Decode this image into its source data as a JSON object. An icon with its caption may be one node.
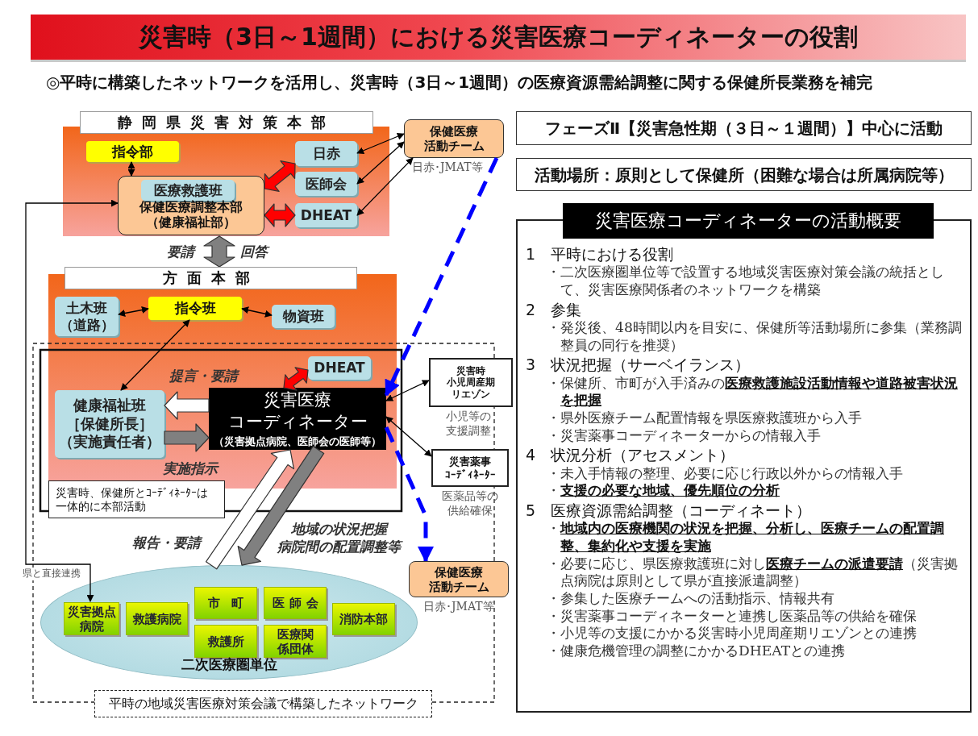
{
  "diagram": {
    "title": "災害時（3日～1週間）における災害医療コーディネーターの役割",
    "nodes": [
      {
        "text": [
          "静岡県災害対策本部"
        ]
      },
      {
        "text": [
          "指令部"
        ],
        "in": 0
      },
      {
        "text": [
          "保健医療調整本部（健康福祉部）"
        ],
        "in": 0
      },
      {
        "text": [
          "医療救護班"
        ],
        "in": 2
      },
      {
        "text": [
          "日赤"
        ],
        "in": 0
      },
      {
        "text": [
          "医師会"
        ],
        "in": 0
      },
      {
        "text": [
          "DHEAT"
        ],
        "in": 0
      },
      {
        "text": [
          "保健医療活動チーム"
        ],
        "beside": [
          "日赤･JMAT等"
        ]
      },
      {
        "text": [
          "方面本部"
        ]
      },
      {
        "text": [
          "土木班（道路）"
        ],
        "in": 8
      },
      {
        "text": [
          "指令班"
        ],
        "in": 8
      },
      {
        "text": [
          "物資班"
        ],
        "in": 8
      },
      {
        "text": [
          "健康福祉班［保健所長］（実施責任者）"
        ],
        "in": 8
      },
      {
        "text": [
          "災害医療コーディネーター",
          "（災害拠点病院、医師会の医師等）"
        ],
        "in": 8
      },
      {
        "text": [
          "DHEAT"
        ],
        "in": 8
      },
      {
        "text": [
          "災害時、保健所とｺｰﾃﾞｨﾈｰﾀｰは一体的に本部活動"
        ]
      },
      {
        "text": [
          "災害時小児周産期リエゾン"
        ],
        "beside": [
          "小児等の支援調整"
        ]
      },
      {
        "text": [
          "災害薬事ｺｰﾃﾞｨﾈｰﾀｰ"
        ],
        "beside": [
          "医薬品等の供給確保"
        ]
      },
      {
        "text": [
          "保健医療活動チーム"
        ],
        "beside": [
          "日赤･JMAT等"
        ]
      },
      {
        "text": [
          "二次医療圏単位"
        ]
      },
      {
        "text": [
          "災害拠点病院"
        ],
        "in": 19
      },
      {
        "text": [
          "救護病院"
        ],
        "in": 19
      },
      {
        "text": [
          "市町"
        ],
        "in": 19
      },
      {
        "text": [
          "医師会"
        ],
        "in": 19
      },
      {
        "text": [
          "救護所"
        ],
        "in": 19
      },
      {
        "text": [
          "医療関係団体"
        ],
        "in": 19
      },
      {
        "text": [
          "消防本部"
        ],
        "in": 19
      },
      {
        "text": [
          "平時の地域災害医療対策会議で構築したネットワーク"
        ]
      },
      {
        "text": [
          "フェーズⅡ【災害急性期（３日～１週間）】中心に活動"
        ]
      },
      {
        "text": [
          "活動場所：原則として保健所（困難な場合は所属病院等）"
        ]
      },
      {
        "text": [
          "災害医療コーディネーターの活動概要",
          "1　平時における役割",
          "・二次医療圏単位等で設置する地域災害医療対策会議の統括として、災害医療関係者のネットワークを構築",
          "2　参集",
          "・発災後、48時間以内を目安に、保健所等活動場所に参集（業務調整員の同行を推奨）",
          "3　状況把握（サーベイランス）",
          "・保健所、市町が入手済みの**医療救護施設活動情報や道路被害状況を把握**",
          "・県外医療チーム配置情報を県医療救護班から入手",
          "・災害薬事コーディネーターからの情報入手",
          "4　状況分析（アセスメント）",
          "・未入手情報の整理、必要に応じ行政以外からの情報入手",
          "・**支援の必要な地域、優先順位の分析**",
          "5　医療資源需給調整（コーディネート）",
          "・**地域内の医療機関の状況を把握、分析し、医療チームの配置調整、集約化や支援を実施**",
          "・必要に応じ、県医療救護班に対し**医療チームの派遣要請**（災害拠点病院は原則として県が直接派遣調整）",
          "・参集した医療チームへの活動指示、情報共有",
          "・災害薬事コーディネーターと連携し医薬品等の供給を確保",
          "・小児等の支援にかかる災害時小児周産期リエゾンとの連携",
          "・健康危機管理の調整にかかるDHEATとの連携"
        ]
      }
    ],
    "edges": [
      {
        "from": 1,
        "to": 2,
        "arrow": "both"
      },
      {
        "from": 2,
        "to": 4,
        "arrow": "both",
        "style": "thick",
        "color": "#ff0000"
      },
      {
        "from": 2,
        "to": 6,
        "arrow": "both",
        "style": "thick",
        "color": "#ff0000"
      },
      {
        "from": 4,
        "to": 7,
        "arrow": "both"
      },
      {
        "from": 5,
        "to": 7,
        "arrow": "both"
      },
      {
        "from": 6,
        "to": 7,
        "arrow": "both"
      },
      {
        "from": 0,
        "to": 8,
        "arrow": "both",
        "style": "thick",
        "color": "#808080"
      },
      {
        "from": 9,
        "to": 10,
        "arrow": "both"
      },
      {
        "from": 10,
        "to": 11,
        "arrow": "both"
      },
      {
        "from": 10,
        "to": 12,
        "arrow": "both"
      },
      {
        "from": 13,
        "to": 12,
        "arrow": "to",
        "label": "提言・要請",
        "style": "thick",
        "color": "#ffffff"
      },
      {
        "from": 12,
        "to": 13,
        "arrow": "to",
        "label": "実施指示",
        "style": "thick",
        "color": "#808080"
      },
      {
        "from": 13,
        "to": 14,
        "arrow": "both",
        "style": "thick",
        "color": "#ff0000"
      },
      {
        "from": 13,
        "to": 16,
        "arrow": "both"
      },
      {
        "from": 13,
        "to": 17,
        "arrow": "both"
      },
      {
        "from": 7,
        "to": 13,
        "arrow": "to",
        "style": "dashed",
        "color": "#0000ff"
      },
      {
        "from": 13,
        "to": 18,
        "arrow": "to",
        "style": "dashed",
        "color": "#0000ff"
      },
      {
        "from": 19,
        "to": 13,
        "arrow": "to",
        "label": "報告・要請",
        "style": "thick",
        "color": "#ffffff"
      },
      {
        "from": 13,
        "to": 19,
        "arrow": "to",
        "label": "地域の状況把握病院間の配置調整等",
        "style": "thick",
        "color": "#808080"
      },
      {
        "from": 2,
        "to": 20,
        "arrow": "both",
        "label": "県と直接連携"
      }
    ],
    "labels": [
      "◎平時に構築したネットワークを活用し、災害時（3日～1週間）の医療資源需給調整に関する保健所長業務を補完",
      "要請",
      "回答"
    ]
  }
}
